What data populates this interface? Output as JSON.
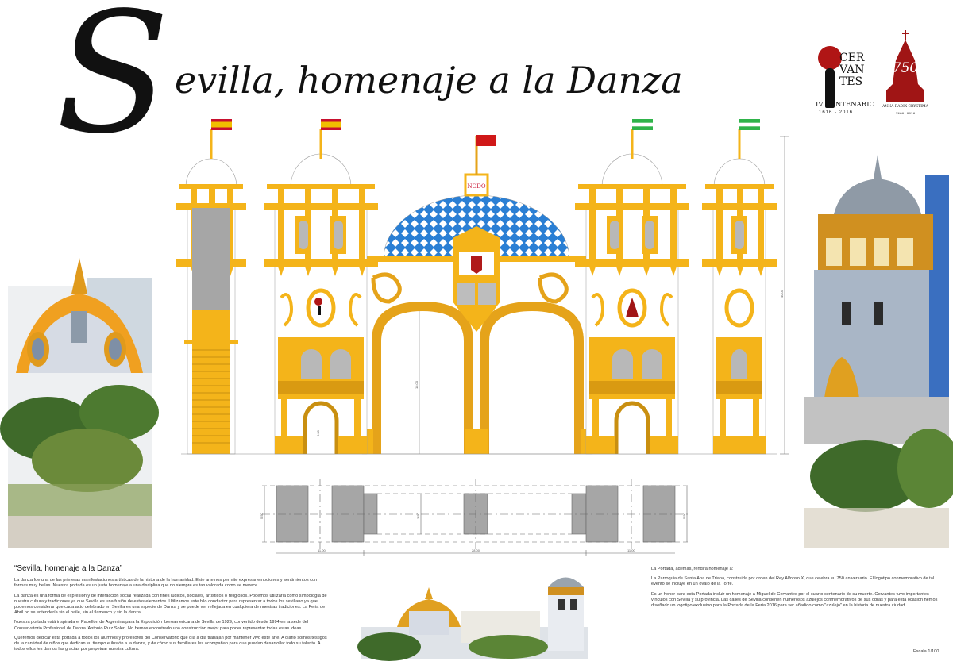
{
  "title": {
    "initial": "S",
    "rest": "evilla, homenaje a la Danza"
  },
  "logos": {
    "cervantes": {
      "lines": [
        "CER",
        "VAN",
        "TES"
      ],
      "subtitle": "IV CENTENARIO",
      "years": "1616 - 2016"
    },
    "santa_ana": {
      "number": "750",
      "caption": "ANNA RADIX CRYSTIMA",
      "years": "1266 - 2016"
    }
  },
  "drawing": {
    "center_badge": "NODO",
    "colors": {
      "gold": "#f4b41a",
      "blue": "#2a7fd4",
      "gray": "#a6a6a6",
      "spain_red": "#c8102e",
      "spain_yellow": "#f1bf00",
      "andalucia_green": "#2fb34a"
    },
    "plan_dimensions": {
      "left": "11.00",
      "center": "28.00",
      "right": "11.00",
      "depth_outer": "5.50",
      "depth_inner": "3.50"
    },
    "elevation_dimensions": {
      "total_height": "40.00",
      "arch_height": "18.00",
      "door_height": "6.00"
    }
  },
  "left_text": {
    "heading": "“Sevilla, homenaje a la Danza”",
    "paragraphs": [
      "La danza fue una de las primeras manifestaciones artísticas de la historia de la humanidad. Este arte nos permite expresar emociones y sentimientos con formas muy bellas. Nuestra portada es un justo homenaje a una disciplina que no siempre es tan valorada como se merece.",
      "La danza es una forma de expresión y de interacción social realizada con fines lúdicos, sociales, artísticos o religiosos. Podemos utilizarla como simbología de nuestra cultura y tradiciones ya que Sevilla es una fusión de estos elementos. Utilizamos este hilo conductor para  representar a todos los sevillano ya que podemos considerar que cada acto celebrado en Sevilla es una especie de Danza y se puede ver reflejada en cualquiera de nuestras tradiciones. La Feria de Abril no se entendería sin el baile, sin el flamenco y sin la danza.",
      "Nuestra portada está inspirada el Pabellón de Argentina para la Exposición Iberoamericana de Sevilla de 1929, convertido desde 1994 en la sede del Conservatorio Profesional de Danza 'Antonio Ruiz Soler'. No hemos encontrado una construcción mejor para poder representar todas estas ideas.",
      "Queremos dedicar esta portada a todos los alumnos y profesores del Conservatorio que día a día trabajan por mantener vivo este arte. A diario somos testigos de la cantidad de niños que dedican su tiempo e ilusión a la danza, y de cómo sus familiares les acompañan para que puedan desarrollar todo su talento. A todos ellos les damos las gracias por perpetuar nuestra cultura."
    ]
  },
  "right_text": {
    "paragraphs": [
      "La Portada, además, rendirá homenaje a:",
      "La Parroquia de Santa Ana de Triana, construida por orden del Rey Alfonso X, que celebra su 750 aniversario. El logotipo conmemorativo de tal evento se incluye en un óvalo de la Torre.",
      "Es un  honor para esta Portada incluir un homenaje a Miguel de Cervantes por el cuarto centenario de su muerte. Cervantes tuvo importantes vínculos con Sevilla y su provincia. Las calles de Sevilla contienen numerosos azulejos conmemorativos de sus obras y para esta ocasión hemos diseñado un logotipo exclusivo para la Portada de la Feria 2016 para ser añadido como \"azulejo\" en la historia de nuestra ciudad."
    ]
  },
  "scale_label": "Escala 1/100"
}
